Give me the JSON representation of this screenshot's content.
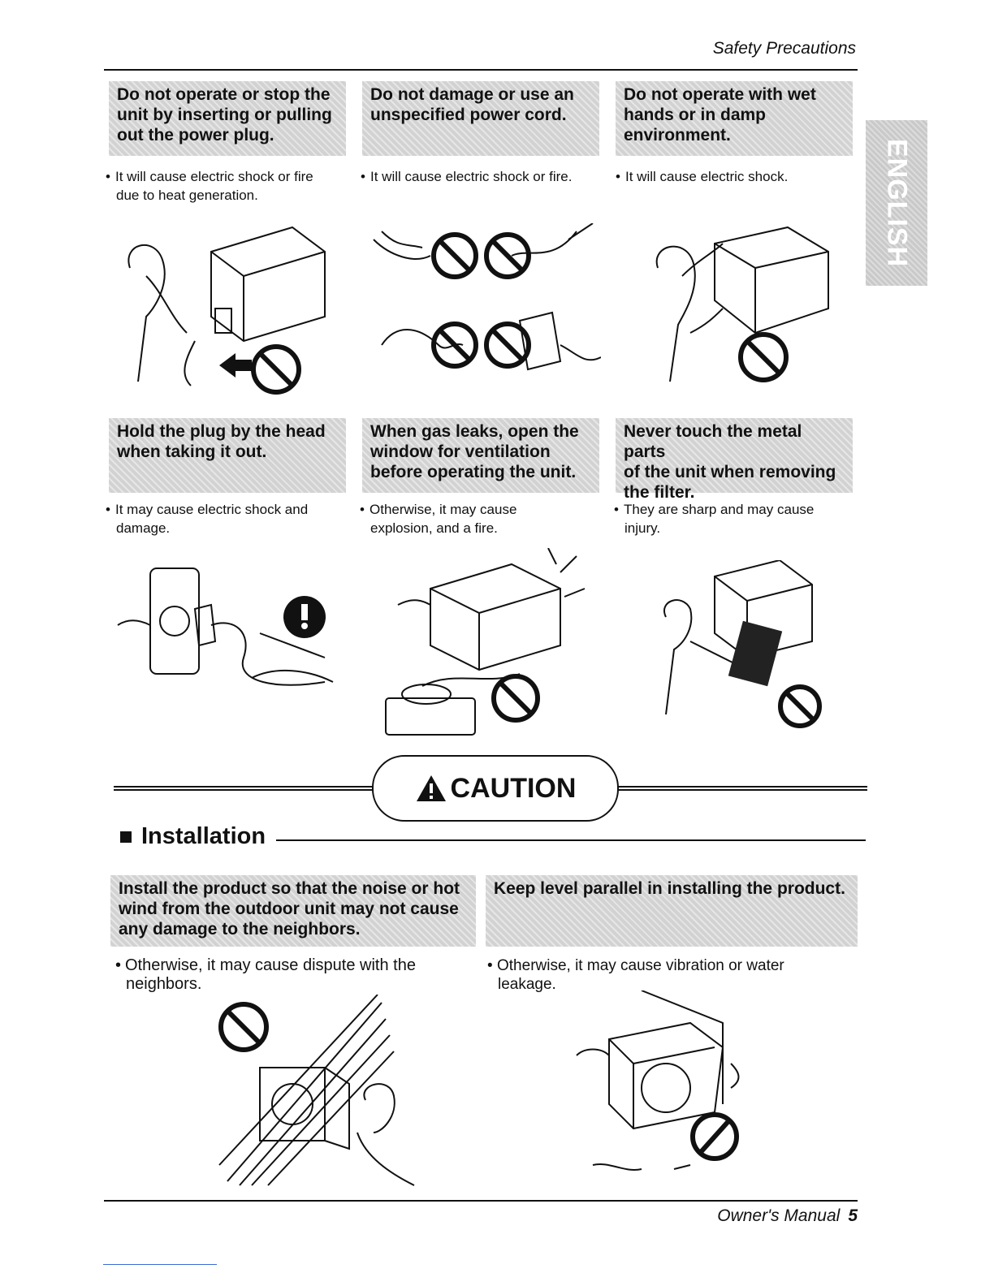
{
  "header": {
    "title": "Safety Precautions"
  },
  "language_tab": {
    "label": "ENGLISH"
  },
  "warnings": [
    {
      "heading": [
        "Do not operate or stop the",
        "unit by inserting or pulling",
        "out the power plug."
      ],
      "bullet": [
        "It will cause electric shock or fire",
        "due to heat generation."
      ]
    },
    {
      "heading": [
        "Do not damage or use an",
        "unspecified power cord."
      ],
      "bullet": [
        "It will cause electric shock or fire."
      ]
    },
    {
      "heading": [
        "Do not operate with wet",
        "hands or in damp",
        "environment."
      ],
      "bullet": [
        "It will cause electric shock."
      ]
    },
    {
      "heading": [
        "Hold the plug by the head",
        "when taking it out."
      ],
      "bullet": [
        "It may cause electric shock and",
        "damage."
      ]
    },
    {
      "heading": [
        "When gas leaks, open the",
        "window for ventilation",
        "before operating the unit."
      ],
      "bullet": [
        "Otherwise, it may cause",
        "explosion, and a fire."
      ]
    },
    {
      "heading": [
        "Never touch the metal parts",
        "of the unit when removing",
        "the filter."
      ],
      "bullet": [
        "They are sharp and may cause",
        "injury."
      ]
    }
  ],
  "caution": {
    "label": "CAUTION"
  },
  "section": {
    "title": "Installation"
  },
  "installation": [
    {
      "heading": [
        "Install the product so that the noise or hot",
        "wind from the outdoor unit may not cause",
        "any damage to the neighbors."
      ],
      "bullet": [
        "Otherwise, it may cause dispute with the",
        "neighbors."
      ]
    },
    {
      "heading": [
        "Keep level parallel in installing the product."
      ],
      "bullet": [
        "Otherwise, it may cause vibration or water",
        "leakage."
      ]
    }
  ],
  "footer": {
    "manual": "Owner's Manual",
    "page": "5"
  }
}
